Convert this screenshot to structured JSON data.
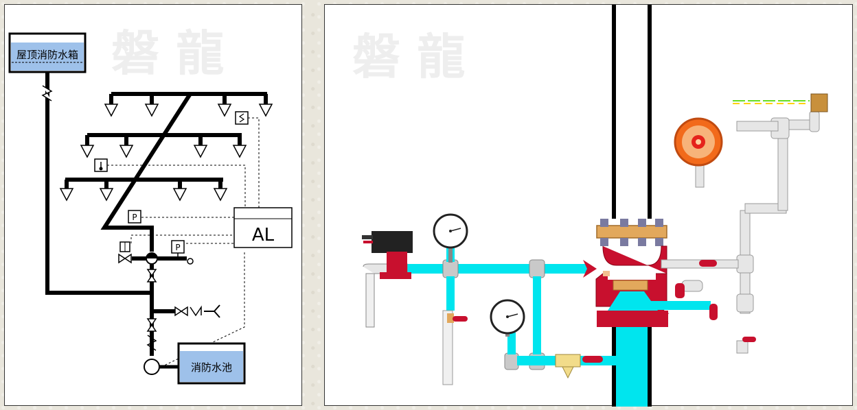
{
  "watermark": "磐 龍",
  "left_diagram": {
    "roof_tank_label": "屋顶消防水箱",
    "pool_label": "消防水池",
    "alarm_label": "AL",
    "pressure_switch_symbol": "P",
    "pressure_switch_symbol_2": "P"
  },
  "colors": {
    "water": "#00e5ee",
    "valve_red": "#c8102e",
    "tank_blue": "#9ec1ea",
    "pipe_white": "#eeeeee",
    "brass": "#e2a85c"
  }
}
